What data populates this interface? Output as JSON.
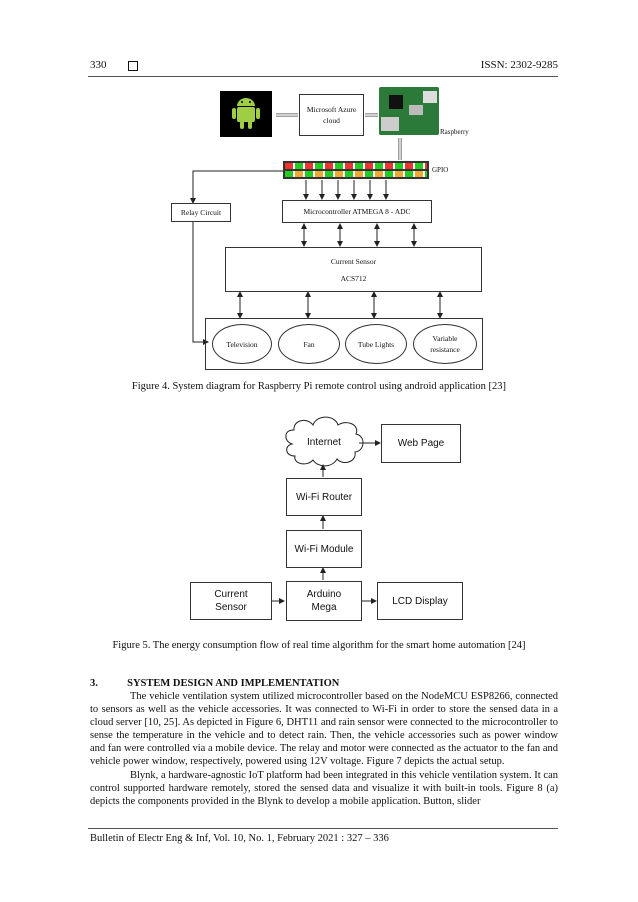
{
  "header": {
    "page_number": "330",
    "issn": "ISSN: 2302-9285"
  },
  "figure4": {
    "cloud_label": "Microsoft Azure cloud",
    "raspberry_label": "Raspberry",
    "gpio_label": "GPIO",
    "relay_label": "Relay Circuit",
    "mcu_label": "Microcontroller ATMEGA 8 - ADC",
    "sensor_label_1": "Current Sensor",
    "sensor_label_2": "ACS712",
    "loads": [
      "Television",
      "Fan",
      "Tube Lights",
      "Variable resistance"
    ],
    "caption": "Figure 4. System diagram for Raspberry Pi remote control using android application [23]"
  },
  "figure5": {
    "internet": "Internet",
    "web_page": "Web Page",
    "router": "Wi-Fi Router",
    "module": "Wi-Fi Module",
    "arduino": "Arduino Mega",
    "current_sensor": "Current Sensor",
    "lcd": "LCD Display",
    "caption": "Figure 5. The energy consumption flow of real time algorithm for the smart home automation [24]"
  },
  "section": {
    "number": "3.",
    "title": "SYSTEM DESIGN AND IMPLEMENTATION"
  },
  "paragraphs": [
    "The vehicle ventilation system utilized microcontroller based on the NodeMCU ESP8266, connected to sensors as well as the vehicle accessories. It was connected to Wi-Fi in order to store the sensed data in a cloud server [10, 25]. As depicted in Figure 6, DHT11 and rain sensor were connected to the microcontroller to sense the temperature in the vehicle and to detect rain. Then, the vehicle accessories such as power window and fan were controlled via a mobile device. The relay and motor were connected as the actuator to the fan and vehicle power window, respectively, powered using 12V voltage. Figure 7 depicts the actual setup.",
    "Blynk, a hardware-agnostic IoT platform had been integrated in this vehicle ventilation system. It can control supported hardware remotely, stored the sensed data and visualize it with built-in tools. Figure 8 (a) depicts the components provided in the Blynk to develop a mobile application. Button, slider"
  ],
  "footer": "Bulletin of Electr Eng & Inf, Vol. 10, No. 1, February 2021 :  327 – 336"
}
